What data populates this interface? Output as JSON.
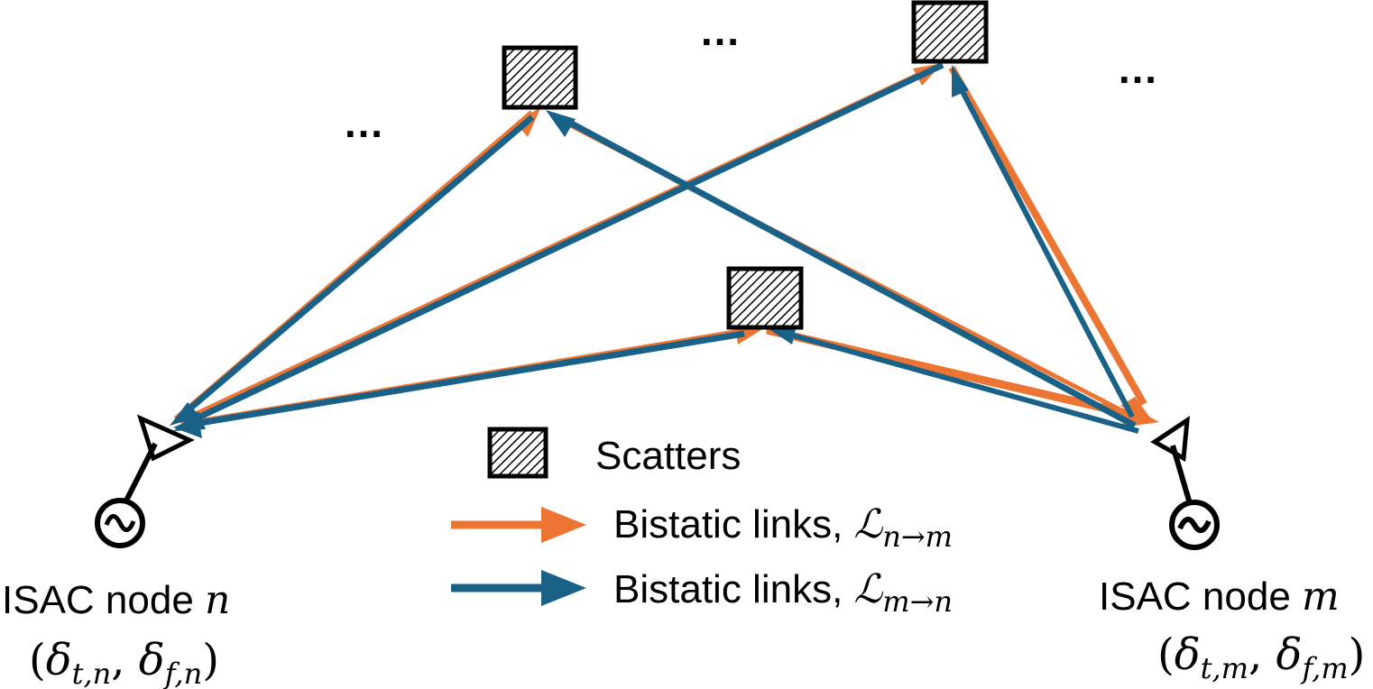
{
  "colors": {
    "orange": "#ED7533",
    "blue": "#1A6187",
    "black": "#000000"
  },
  "ellipsis": "…",
  "node_n": {
    "name": "ISAC node ",
    "index": "n",
    "offset_t": "δ",
    "offset_t_sub": "t,n",
    "offset_f": "δ",
    "offset_f_sub": "f,n"
  },
  "node_m": {
    "name": "ISAC node ",
    "index": "m",
    "offset_t": "δ",
    "offset_t_sub": "t,m",
    "offset_f": "δ",
    "offset_f_sub": "f,m"
  },
  "legend": {
    "scatters": "Scatters",
    "link_n_to_m": "Bistatic links, ",
    "link_n_to_m_symbol": "ℒ",
    "link_n_to_m_sub": "n→m",
    "link_m_to_n": "Bistatic links, ",
    "link_m_to_n_symbol": "ℒ",
    "link_m_to_n_sub": "m→n"
  }
}
